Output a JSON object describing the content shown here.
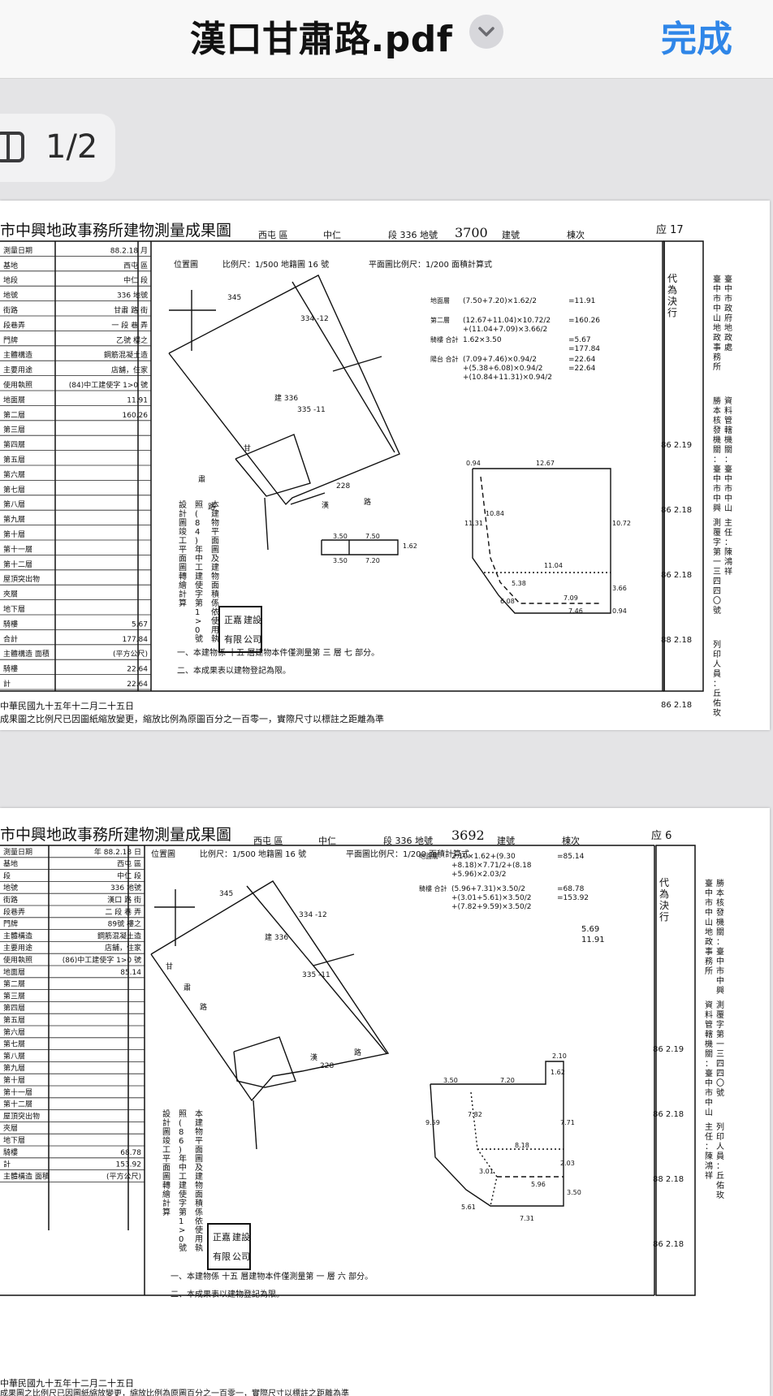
{
  "navbar": {
    "title": "漢口甘肅路.pdf",
    "done_label": "完成"
  },
  "toolbar": {
    "page_counter": "1/2"
  },
  "pages": [
    {
      "header_title": "市中興地政事務所建物測量成果圖",
      "district": "西屯",
      "district_suffix": "區",
      "section": "中仁",
      "section_suffix": "段",
      "lot_no": "336",
      "lot_label": "地號",
      "building_no": "3700",
      "building_label": "建號",
      "floor_label": "棟次",
      "handwritten_corner": "应 17",
      "table": [
        [
          "測量日期",
          "88.2.18 月"
        ],
        [
          "基地",
          "西屯 區"
        ],
        [
          "地段",
          "中仁 段"
        ],
        [
          "地號",
          "336 地號"
        ],
        [
          "街路",
          "甘肅 路 街"
        ],
        [
          "段巷弄",
          "一 段 巷 弄"
        ],
        [
          "門牌",
          "乙號 樓之"
        ],
        [
          "主體構造",
          "鋼筋混凝土造"
        ],
        [
          "主要用途",
          "店舖，住家"
        ],
        [
          "使用執照",
          "(84)中工建使字 1⁠>⁠0 號"
        ],
        [
          "地面層",
          "11.91"
        ],
        [
          "第二層",
          "160.26"
        ],
        [
          "第三層",
          ""
        ],
        [
          "第四層",
          ""
        ],
        [
          "第五層",
          ""
        ],
        [
          "第六層",
          ""
        ],
        [
          "第七層",
          ""
        ],
        [
          "第八層",
          ""
        ],
        [
          "第九層",
          ""
        ],
        [
          "第十層",
          ""
        ],
        [
          "第十一層",
          ""
        ],
        [
          "第十二層",
          ""
        ],
        [
          "屋頂突出物",
          ""
        ],
        [
          "夾層",
          ""
        ],
        [
          "地下層",
          ""
        ],
        [
          "騎樓",
          "5.67"
        ],
        [
          "合計",
          "177.84"
        ],
        [
          "主體構造 面積",
          "(平方公尺)"
        ],
        [
          "騎樓",
          "22.64"
        ],
        [
          "計",
          "22.64"
        ]
      ],
      "scale_label": "比例尺：1/500 地籍圖 16 號",
      "plan_scale": "平面圖比例尺：1/200 面積計算式",
      "location_label": "位置圖",
      "calcs": [
        [
          "地面層",
          "(7.50+7.20)×1.62/2",
          "=11.91"
        ],
        [
          "第二層",
          "(12.67+11.04)×10.72/2 +(11.04+7.09)×3.66/2",
          "=160.26"
        ],
        [
          "騎樓 合計",
          "1.62×3.50",
          "=5.67 =177.84"
        ],
        [
          "陽台 合計",
          "(7.09+7.46)×0.94/2 +(5.38+6.08)×0.94/2 +(10.84+11.31)×0.94/2",
          "=22.64 =22.64"
        ]
      ],
      "map_labels": [
        "甘",
        "肅",
        "路",
        "漢",
        "路",
        "建 336",
        "334 -12",
        "335 -11",
        "345",
        "228"
      ],
      "dims": [
        "0.94",
        "12.67",
        "10.84",
        "11.31",
        "10.72",
        "11.04",
        "5.38",
        "6.08",
        "7.09",
        "7.46",
        "3.66",
        "0.94",
        "3.50",
        "7.50",
        "1.62",
        "3.50",
        "7.20"
      ],
      "notes": [
        "一、本建物係 十五 層建物本件僅測量第 三 層 七 部分。",
        "二、本成果表以建物登記為限。"
      ],
      "stamp": "正嘉 建設 有限 公司",
      "vertical_notes": "本建物平面圖及建物面積係依使用執照(84)年中工建使字第1>0號設計圖竣工平面圖轉繪計算",
      "side_right": [
        "代為決行",
        "臺中市中山地政事務所",
        "臺中市政府地政處",
        "勝本核發機關：臺中市中興地政事務所",
        "資料管轄機關：臺中市中山地政事務所",
        "測覆字第一三四四〇號",
        "主任：陳鴻祥",
        "列印人員：丘佑玫"
      ],
      "dates": [
        "86 2.19",
        "86 2.18",
        "86 2.18",
        "88 2.18",
        "86 2.18"
      ],
      "footer1": "中華民國九十五年十二月二十五日",
      "footer2": "成果圖之比例尺已因圖紙縮放變更，縮放比例為原圖百分之一百零一，實際尺寸以標註之距離為準"
    },
    {
      "header_title": "市中興地政事務所建物測量成果圖",
      "district": "西屯",
      "district_suffix": "區",
      "section": "中仁",
      "section_suffix": "段",
      "lot_no": "336",
      "lot_label": "地號",
      "building_no": "3692",
      "building_label": "建號",
      "floor_label": "棟次",
      "handwritten_corner": "应 6",
      "table": [
        [
          "測量日期",
          "年 88.2.18 日"
        ],
        [
          "基地",
          "西屯 區"
        ],
        [
          "段",
          "中仁 段"
        ],
        [
          "地號",
          "336 地號"
        ],
        [
          "街路",
          "漢口 路 街"
        ],
        [
          "段巷弄",
          "二 段 巷 弄"
        ],
        [
          "門牌",
          "89號 樓之"
        ],
        [
          "主體構造",
          "鋼筋混凝土造"
        ],
        [
          "主要用途",
          "店舖，住家"
        ],
        [
          "使用執照",
          "(86)中工建使字 1>0 號"
        ],
        [
          "地面層",
          "85.14"
        ],
        [
          "第二層",
          ""
        ],
        [
          "第三層",
          ""
        ],
        [
          "第四層",
          ""
        ],
        [
          "第五層",
          ""
        ],
        [
          "第六層",
          ""
        ],
        [
          "第七層",
          ""
        ],
        [
          "第八層",
          ""
        ],
        [
          "第九層",
          ""
        ],
        [
          "第十層",
          ""
        ],
        [
          "第十一層",
          ""
        ],
        [
          "第十二層",
          ""
        ],
        [
          "屋頂突出物",
          ""
        ],
        [
          "夾層",
          ""
        ],
        [
          "地下層",
          ""
        ],
        [
          "騎樓",
          "68.78"
        ],
        [
          "計",
          "153.92"
        ],
        [
          "主體構造 面積",
          "(平方公尺)"
        ]
      ],
      "scale_label": "比例尺：1/500 地籍圖 16 號",
      "plan_scale": "平面圖比例尺：1/200 面積計算式",
      "location_label": "位置圖",
      "calcs": [
        [
          "地面層",
          "2.10×1.62+(9.30 +8.18)×7.71/2+(8.18 +5.96)×2.03/2",
          "=85.14"
        ],
        [
          "騎樓 合計",
          "(5.96+7.31)×3.50/2 +(3.01+5.61)×3.50/2 +(7.82+9.59)×3.50/2",
          "=68.78 =153.92"
        ]
      ],
      "handwritten_calc": "5.69 11.91",
      "map_labels": [
        "甘",
        "肅",
        "路",
        "漢",
        "路",
        "建 336",
        "334 -12",
        "335 -11",
        "345",
        "228"
      ],
      "dims": [
        "3.50",
        "7.20",
        "1.62",
        "2.10",
        "7.82",
        "9.59",
        "7.71",
        "8.18",
        "2.03",
        "3.01",
        "5.96",
        "5.61",
        "3.50",
        "7.31"
      ],
      "notes": [
        "一、本建物係 十五 層建物本件僅測量第 一 層 六 部分。",
        "二、本成果表以建物登記為限。"
      ],
      "stamp": "正嘉 建設 有限 公司",
      "vertical_notes": "本建物平面圖及建物面積係依使用執照(86)年中工建使字第1>0號設計圖竣工平面圖轉繪計算",
      "side_right": [
        "代為決行",
        "臺中市中山地政事務所",
        "勝本核發機關：臺中市中興地政事務所",
        "資料管轄機關：臺中市中山地政事務所",
        "測覆字第一三四四〇號",
        "主任：陳鴻祥",
        "列印人員：丘佑玫"
      ],
      "dates": [
        "86 2.19",
        "86 2.18",
        "88 2.18",
        "86 2.18"
      ],
      "footer1": "中華民國九十五年十二月二十五日",
      "footer2": "成果圖之比例尺已因圖紙縮放變更，縮放比例為原圖百分之一百零一，實際尺寸以標註之距離為準"
    }
  ]
}
